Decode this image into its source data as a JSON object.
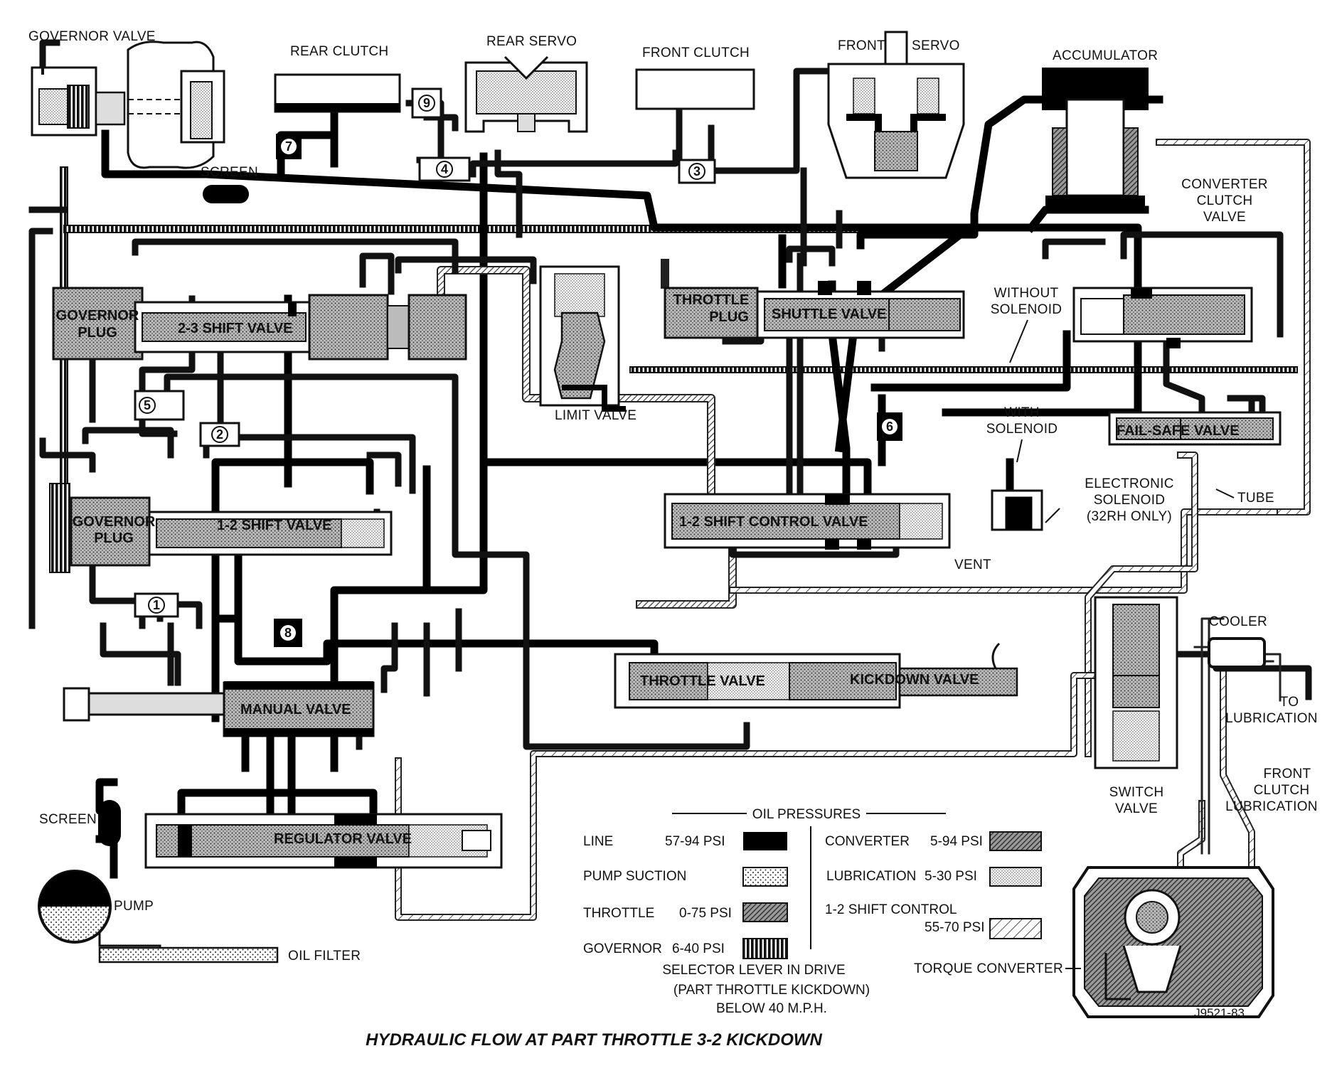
{
  "title": "HYDRAULIC FLOW AT PART THROTTLE 3-2 KICKDOWN",
  "figure_id": "J9521-83",
  "labels": {
    "governor_valve": "GOVERNOR VALVE",
    "rear_clutch": "REAR CLUTCH",
    "rear_servo": "REAR SERVO",
    "front_clutch": "FRONT CLUTCH",
    "front": "FRONT",
    "servo": "SERVO",
    "accumulator": "ACCUMULATOR",
    "screen_top": "SCREEN",
    "converter_clutch_valve_1": "CONVERTER",
    "converter_clutch_valve_2": "CLUTCH",
    "converter_clutch_valve_3": "VALVE",
    "governor_plug_upper_1": "GOVERNOR",
    "governor_plug_upper_2": "PLUG",
    "shift_valve_23": "2-3 SHIFT VALVE",
    "limit_valve": "LIMIT VALVE",
    "throttle_plug_1": "THROTTLE",
    "throttle_plug_2": "PLUG",
    "shuttle_valve": "SHUTTLE VALVE",
    "without_solenoid_1": "WITHOUT",
    "without_solenoid_2": "SOLENOID",
    "with_solenoid_1": "WITH",
    "with_solenoid_2": "SOLENOID",
    "fail_safe_valve": "FAIL-SAFE VALVE",
    "electronic_solenoid_1": "ELECTRONIC",
    "electronic_solenoid_2": "SOLENOID",
    "electronic_solenoid_3": "(32RH ONLY)",
    "tube": "TUBE",
    "governor_plug_lower_1": "GOVERNOR",
    "governor_plug_lower_2": "PLUG",
    "shift_valve_12": "1-2 SHIFT VALVE",
    "shift_control_valve_12": "1-2 SHIFT CONTROL VALVE",
    "vent": "VENT",
    "cooler": "COOLER",
    "to_lubrication_1": "TO",
    "to_lubrication_2": "LUBRICATION",
    "throttle_valve": "THROTTLE VALVE",
    "kickdown_valve": "KICKDOWN VALVE",
    "manual_valve": "MANUAL VALVE",
    "switch_valve_1": "SWITCH",
    "switch_valve_2": "VALVE",
    "front_clutch_lub_1": "FRONT",
    "front_clutch_lub_2": "CLUTCH",
    "front_clutch_lub_3": "LUBRICATION",
    "screen_bottom": "SCREEN",
    "regulator_valve": "REGULATOR VALVE",
    "pump": "PUMP",
    "oil_filter": "OIL FILTER",
    "torque_converter": "TORQUE CONVERTER"
  },
  "ball_numbers": {
    "n1": "1",
    "n2": "2",
    "n3": "3",
    "n4": "4",
    "n5": "5",
    "n6": "6",
    "n7": "7",
    "n8": "8",
    "n9": "9"
  },
  "legend": {
    "heading": "OIL PRESSURES",
    "line": "LINE",
    "line_psi": "57-94 PSI",
    "pump_suction": "PUMP SUCTION",
    "throttle": "THROTTLE",
    "throttle_psi": "0-75 PSI",
    "governor": "GOVERNOR",
    "governor_psi": "6-40 PSI",
    "converter": "CONVERTER",
    "converter_psi": "5-94 PSI",
    "lubrication": "LUBRICATION",
    "lubrication_psi": "5-30 PSI",
    "shift_control_1": "1-2 SHIFT CONTROL",
    "shift_control_psi": "55-70 PSI"
  },
  "condition": {
    "line1": "SELECTOR LEVER IN DRIVE",
    "line2": "(PART THROTTLE KICKDOWN)",
    "line3": "BELOW 40 M.P.H."
  },
  "colors": {
    "line_pressure": "#000000",
    "ink": "#111111",
    "paper": "#ffffff",
    "throttle_hatch": "#444444"
  }
}
